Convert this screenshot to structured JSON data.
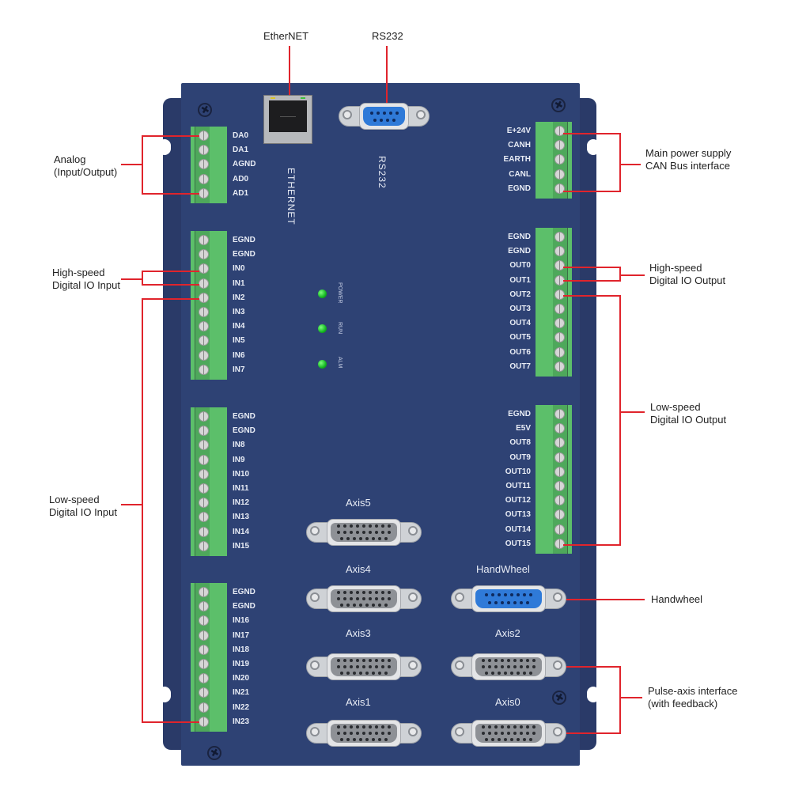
{
  "top_labels": {
    "ethernet": "EtherNET",
    "rs232": "RS232"
  },
  "board_labels": {
    "ethernet_port": "ETHERNET",
    "rs232_port": "RS232"
  },
  "leds": [
    {
      "label": "POWER",
      "color": "#1fd12f"
    },
    {
      "label": "RUN",
      "color": "#1fd12f"
    },
    {
      "label": "ALM",
      "color": "#1fd12f"
    }
  ],
  "terminals_left": [
    {
      "id": "analog",
      "pins": [
        "DA0",
        "DA1",
        "AGND",
        "AD0",
        "AD1"
      ]
    },
    {
      "id": "hs_in",
      "pins": [
        "EGND",
        "EGND",
        "IN0",
        "IN1",
        "IN2",
        "IN3",
        "IN4",
        "IN5",
        "IN6",
        "IN7"
      ]
    },
    {
      "id": "ls_in_a",
      "pins": [
        "EGND",
        "EGND",
        "IN8",
        "IN9",
        "IN10",
        "IN11",
        "IN12",
        "IN13",
        "IN14",
        "IN15"
      ]
    },
    {
      "id": "ls_in_b",
      "pins": [
        "EGND",
        "EGND",
        "IN16",
        "IN17",
        "IN18",
        "IN19",
        "IN20",
        "IN21",
        "IN22",
        "IN23"
      ]
    }
  ],
  "terminals_right": [
    {
      "id": "power_can",
      "pins": [
        "E+24V",
        "CANH",
        "EARTH",
        "CANL",
        "EGND"
      ]
    },
    {
      "id": "hs_out",
      "pins": [
        "EGND",
        "EGND",
        "OUT0",
        "OUT1",
        "OUT2",
        "OUT3",
        "OUT4",
        "OUT5",
        "OUT6",
        "OUT7"
      ]
    },
    {
      "id": "ls_out",
      "pins": [
        "EGND",
        "E5V",
        "OUT8",
        "OUT9",
        "OUT10",
        "OUT11",
        "OUT12",
        "OUT13",
        "OUT14",
        "OUT15"
      ]
    }
  ],
  "connectors": [
    {
      "label": "Axis5",
      "type": "DB26"
    },
    {
      "label": "Axis4",
      "type": "DB26"
    },
    {
      "label": "HandWheel",
      "type": "DB15",
      "color": "#2f7ad8"
    },
    {
      "label": "Axis3",
      "type": "DB26"
    },
    {
      "label": "Axis2",
      "type": "DB26"
    },
    {
      "label": "Axis1",
      "type": "DB26"
    },
    {
      "label": "Axis0",
      "type": "DB26"
    }
  ],
  "callouts": {
    "analog": [
      "Analog",
      "(Input/Output)"
    ],
    "hs_in": [
      "High-speed",
      "Digital IO Input"
    ],
    "ls_in": [
      "Low-speed",
      "Digital IO Input"
    ],
    "power_can": [
      "Main power supply",
      "CAN Bus interface"
    ],
    "hs_out": [
      "High-speed",
      "Digital IO Output"
    ],
    "ls_out": [
      "Low-speed",
      "Digital IO Output"
    ],
    "handwheel": [
      "Handwheel"
    ],
    "pulse_axis": [
      "Pulse-axis interface",
      "(with feedback)"
    ]
  },
  "colors": {
    "panel": "#2e4274",
    "terminal": "#5cbf6a",
    "leader": "#e0242c"
  }
}
